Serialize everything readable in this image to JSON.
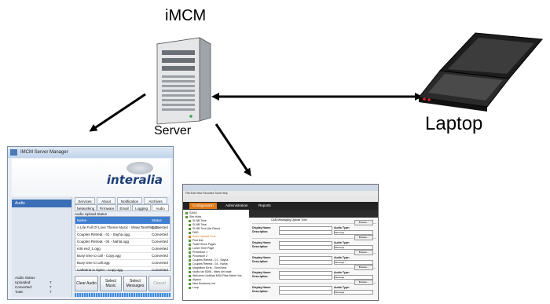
{
  "labels": {
    "imcm": "iMCM",
    "server": "Server",
    "laptop": "Laptop"
  },
  "imcm_window": {
    "title": "IMCM Server Manager",
    "logo": "interalia",
    "sidebar_header": "Audio",
    "audio_status": {
      "title": "Audio Status",
      "uploaded_label": "Uploaded:",
      "uploaded_value": "7",
      "converted_label": "Converted:",
      "converted_value": "7",
      "total_label": "Total:",
      "total_value": "7"
    },
    "tabs_row1": [
      "Services",
      "About",
      "Notification",
      "Archives"
    ],
    "tabs_row2": [
      "Networking",
      "Firmware",
      "Email",
      "Logging",
      "Audio"
    ],
    "upload_status_title": "Audio Upload Status",
    "columns": [
      "Name",
      "Status"
    ],
    "rows": [
      {
        "name": "A Life Full Of Love Theme Music - Www.TamRley.Co",
        "status": "Converted"
      },
      {
        "name": "Couples Retreat - 01 - Sayha.ogg",
        "status": "Converted"
      },
      {
        "name": "Couples Retreat - 04 - Nahla.ogg",
        "status": "Converted"
      },
      {
        "name": "e36 exd_1.ogg",
        "status": "Converted"
      },
      {
        "name": "Busy time to call - Copy.ogg",
        "status": "Converted"
      },
      {
        "name": "Busy time to call.ogg",
        "status": "Converted"
      },
      {
        "name": "Cafeteria is Open - Copy.ogg",
        "status": "Converted"
      }
    ],
    "buttons": [
      "Clear Audio",
      "Select Music",
      "Select Messages",
      "Cancel"
    ]
  },
  "admin_window": {
    "menu": "File  Edit  View  Favorites  Tools  Help",
    "nav_tabs": [
      "Configuration",
      "Administration",
      "Reports"
    ],
    "page_heading": "CAB Messaging Upload Tone",
    "tree_items": [
      "SAUA",
      "Site Hubs",
      "SI-NB Tone",
      "SI-NB Tone",
      "SI-NB Tone (Aa Place)",
      "DND",
      "Audio Upload Tone",
      "Find test",
      "Trade Show Pages",
      "Lunch Time Page",
      "Procedure 1",
      "Procedure 2",
      "Couples Retreat - 01 - Sayha",
      "Couples Retreat - 04 - Nahla",
      "Magnitism Errat - Tone/Vera",
      "studio ian 8398 - nikes ian trade",
      "Welcome Lindblad MSA Fifas Marie Hos",
      "Alpaca",
      "New Emblems List",
      "Loop"
    ],
    "field_rows": [
      {
        "name_label": "Display Name:",
        "desc_label": "Description:",
        "type_label": "Audio Type:",
        "type_value": "Message",
        "button": "Browse..."
      },
      {
        "name_label": "Display Name:",
        "desc_label": "Description:",
        "type_label": "Audio Type:",
        "type_value": "Message",
        "button": "Browse..."
      },
      {
        "name_label": "Display Name:",
        "desc_label": "Description:",
        "type_label": "Audio Type:",
        "type_value": "Message",
        "button": "Browse..."
      },
      {
        "name_label": "Display Name:",
        "desc_label": "Description:",
        "type_label": "Audio Type:",
        "type_value": "Message",
        "button": "Browse..."
      },
      {
        "name_label": "Display Name:",
        "desc_label": "Description:",
        "type_label": "Audio Type:",
        "type_value": "Message",
        "button": "Browse..."
      }
    ]
  },
  "colors": {
    "arrow": "#000000",
    "accent_blue": "#3f7fd1",
    "nav_dark": "#222222"
  }
}
